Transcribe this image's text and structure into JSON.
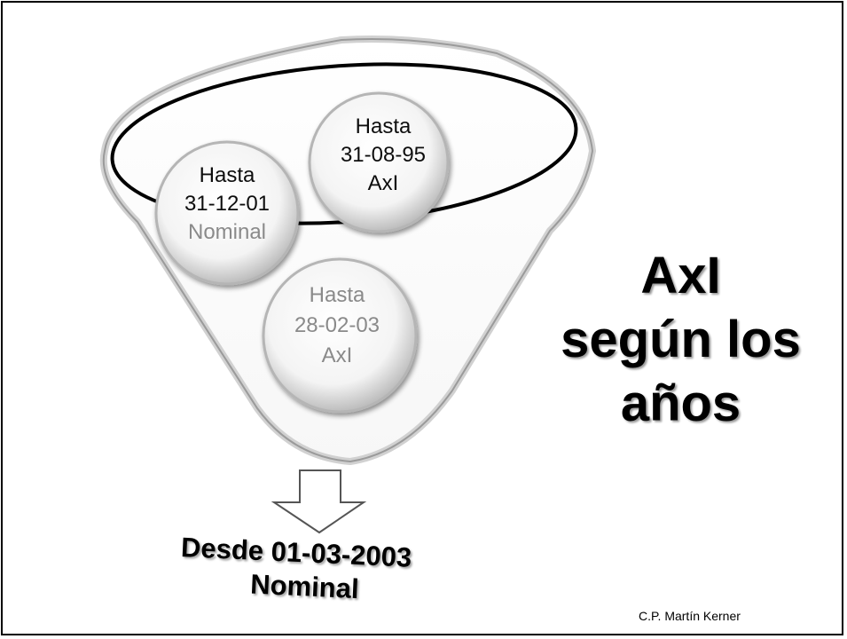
{
  "funnel": {
    "circles": [
      {
        "line1": "Hasta",
        "line2": "31-08-95",
        "line3": "AxI"
      },
      {
        "line1": "Hasta",
        "line2": "31-12-01",
        "line3": "Nominal"
      },
      {
        "line1": "Hasta",
        "line2": "28-02-03",
        "line3": "AxI"
      }
    ],
    "result_line1": "Desde 01-03-2003",
    "result_line2": "Nominal"
  },
  "title": {
    "line1": "AxI",
    "line2": "según los",
    "line3": "años"
  },
  "footer": {
    "author": "C.P. Martín Kerner"
  },
  "colors": {
    "circle_text_dark": "#111111",
    "circle_text_light": "#8a8a8a",
    "circle_fill": "#ffffff",
    "funnel_rim": "#000000"
  }
}
